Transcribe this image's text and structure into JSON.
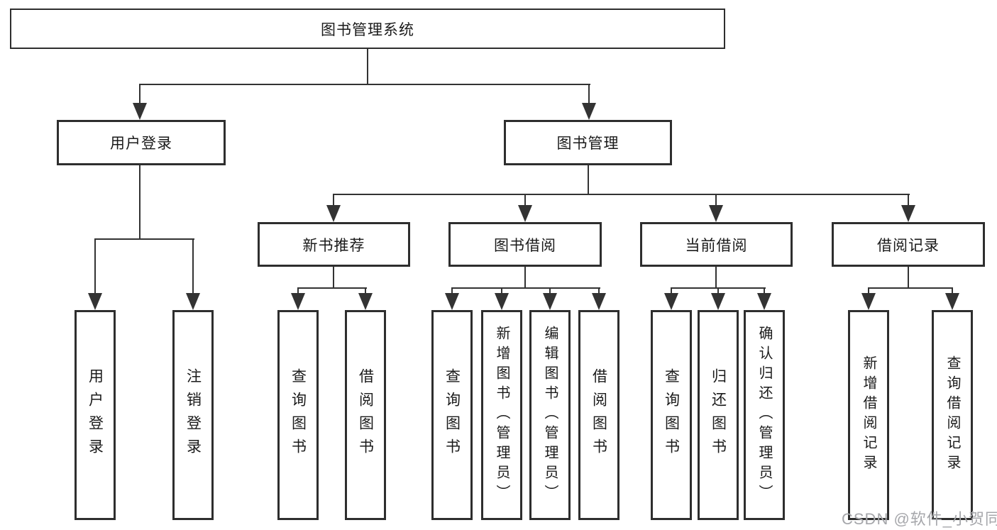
{
  "diagram": {
    "root": {
      "label": "图书管理系统"
    },
    "branches": [
      {
        "label": "用户登录",
        "children": [
          {
            "label": "用户登录"
          },
          {
            "label": "注销登录"
          }
        ]
      },
      {
        "label": "图书管理",
        "children": [
          {
            "label": "新书推荐",
            "children": [
              {
                "label": "查询图书"
              },
              {
                "label": "借阅图书"
              }
            ]
          },
          {
            "label": "图书借阅",
            "children": [
              {
                "label": "查询图书"
              },
              {
                "label": "新增图书（管理员）"
              },
              {
                "label": "编辑图书（管理员）"
              },
              {
                "label": "借阅图书"
              }
            ]
          },
          {
            "label": "当前借阅",
            "children": [
              {
                "label": "查询图书"
              },
              {
                "label": "归还图书"
              },
              {
                "label": "确认归还（管理员）"
              }
            ]
          },
          {
            "label": "借阅记录",
            "children": [
              {
                "label": "新增借阅记录"
              },
              {
                "label": "查询借阅记录"
              }
            ]
          }
        ]
      }
    ]
  },
  "watermark": {
    "text": "CSDN @软件_小贺同学",
    "color": "#a6a7ab"
  },
  "colors": {
    "line": "#333333",
    "box_border": "#2e2e2e",
    "text": "#1a1a1a",
    "background": "#ffffff"
  }
}
